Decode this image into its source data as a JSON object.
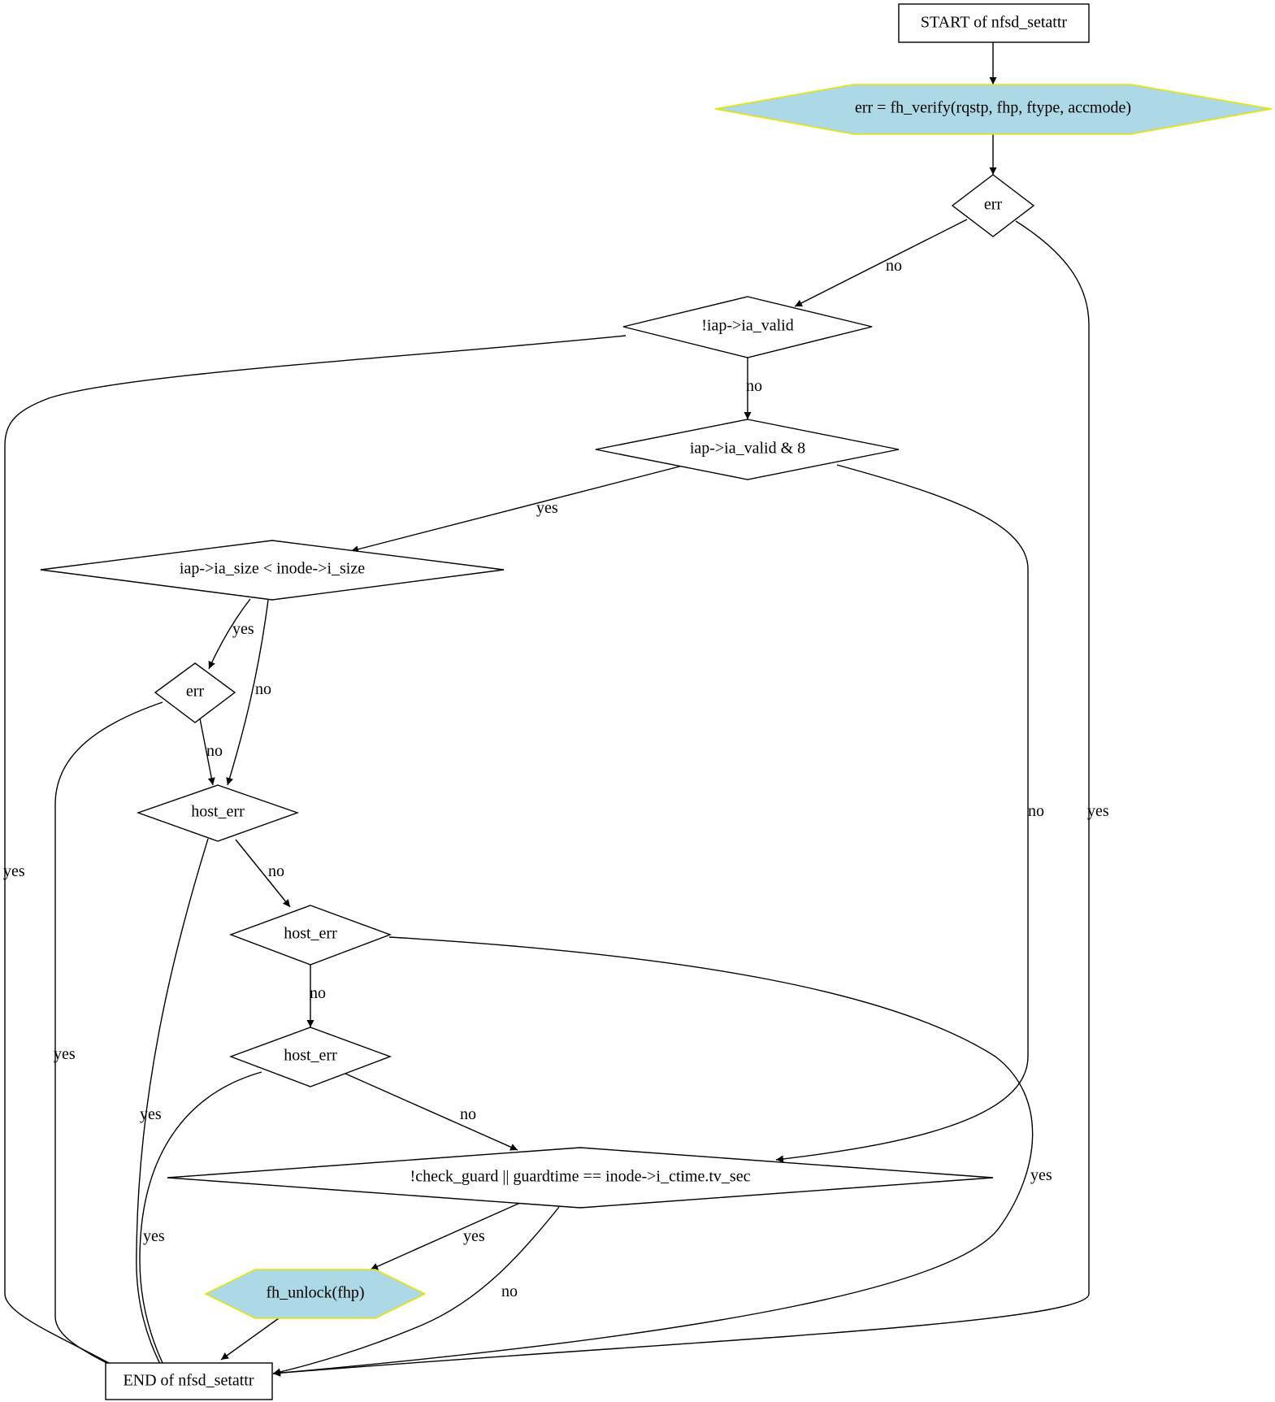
{
  "diagram": {
    "nodes": {
      "start": {
        "label": "START of nfsd_setattr"
      },
      "verify": {
        "label": "err = fh_verify(rqstp, fhp, ftype, accmode)"
      },
      "err1": {
        "label": "err"
      },
      "valid": {
        "label": "!iap->ia_valid"
      },
      "valid8": {
        "label": "iap->ia_valid & 8"
      },
      "size": {
        "label": "iap->ia_size < inode->i_size"
      },
      "err2": {
        "label": "err"
      },
      "host1": {
        "label": "host_err"
      },
      "host2": {
        "label": "host_err"
      },
      "host3": {
        "label": "host_err"
      },
      "guard": {
        "label": "!check_guard || guardtime == inode->i_ctime.tv_sec"
      },
      "unlock": {
        "label": "fh_unlock(fhp)"
      },
      "end": {
        "label": "END of nfsd_setattr"
      }
    },
    "edges": {
      "err1_no": "no",
      "err1_yes": "yes",
      "valid_no": "no",
      "valid_yes": "yes",
      "valid8_yes": "yes",
      "valid8_no": "no",
      "size_yes": "yes",
      "size_no": "no",
      "err2_no": "no",
      "err2_yes": "yes",
      "host1_no": "no",
      "host1_yes": "yes",
      "host2_no": "no",
      "host2_yes": "yes",
      "host3_no": "no",
      "host3_yes": "yes",
      "guard_yes": "yes",
      "guard_no": "no"
    },
    "colors": {
      "call_fill": "#add8e6",
      "call_border": "#e6e600",
      "stroke": "#000000"
    }
  }
}
